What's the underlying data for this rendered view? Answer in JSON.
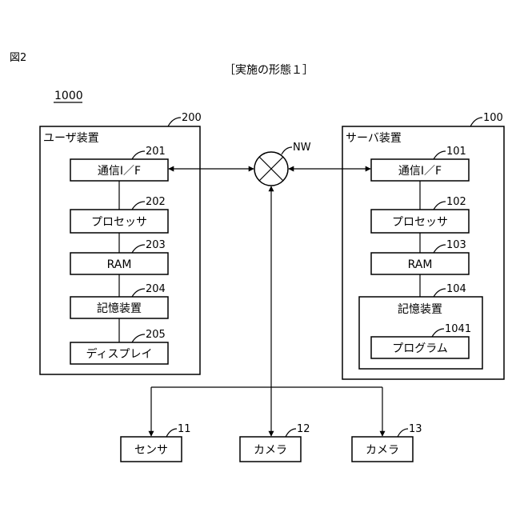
{
  "figure_label": "図2",
  "embodiment_title": "［実施の形態１］",
  "system_ref": "1000",
  "network": {
    "ref": "NW"
  },
  "user_device": {
    "title": "ユーザ装置",
    "ref": "200",
    "components": [
      {
        "label": "通信I／F",
        "ref": "201"
      },
      {
        "label": "プロセッサ",
        "ref": "202"
      },
      {
        "label": "RAM",
        "ref": "203"
      },
      {
        "label": "記憶装置",
        "ref": "204"
      },
      {
        "label": "ディスプレイ",
        "ref": "205"
      }
    ]
  },
  "server_device": {
    "title": "サーバ装置",
    "ref": "100",
    "components": [
      {
        "label": "通信I／F",
        "ref": "101"
      },
      {
        "label": "プロセッサ",
        "ref": "102"
      },
      {
        "label": "RAM",
        "ref": "103"
      },
      {
        "label": "記憶装置",
        "ref": "104"
      }
    ],
    "program": {
      "label": "プログラム",
      "ref": "1041"
    }
  },
  "peripherals": [
    {
      "label": "センサ",
      "ref": "11"
    },
    {
      "label": "カメラ",
      "ref": "12"
    },
    {
      "label": "カメラ",
      "ref": "13"
    }
  ]
}
